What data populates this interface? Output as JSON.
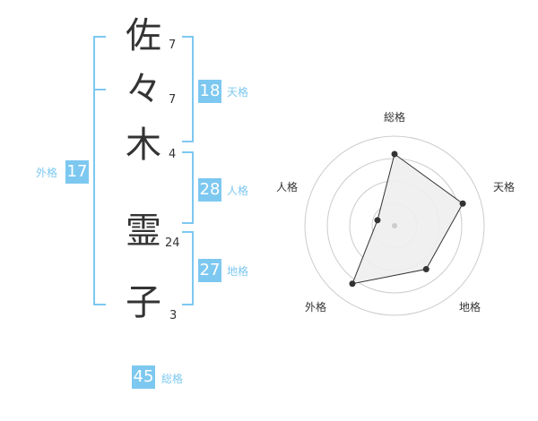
{
  "name": {
    "chars": [
      {
        "char": "佐",
        "strokes": "7"
      },
      {
        "char": "々",
        "strokes": "7"
      },
      {
        "char": "木",
        "strokes": "4"
      },
      {
        "char": "霊",
        "strokes": "24"
      },
      {
        "char": "子",
        "strokes": "3"
      }
    ]
  },
  "fortunes": {
    "tenkaku": {
      "value": "18",
      "label": "天格"
    },
    "jinkaku": {
      "value": "28",
      "label": "人格"
    },
    "chikaku": {
      "value": "27",
      "label": "地格"
    },
    "gaikaku": {
      "value": "17",
      "label": "外格"
    },
    "soukaku": {
      "value": "45",
      "label": "総格"
    }
  },
  "chart_data": {
    "type": "radar",
    "axes": [
      "総格",
      "天格",
      "地格",
      "外格",
      "人格"
    ],
    "values": [
      4,
      4,
      3,
      4,
      1
    ],
    "max": 5,
    "rings": 4,
    "color_line": "#333333",
    "color_fill": "#eeeeee"
  },
  "colors": {
    "accent": "#7dc8f0",
    "text": "#333333"
  }
}
